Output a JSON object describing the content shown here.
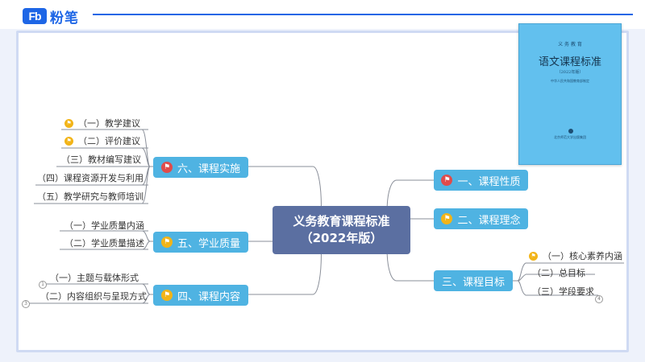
{
  "brand": {
    "logo_mark": "Fb",
    "logo_text": "粉笔"
  },
  "central": {
    "line1": "义务教育课程标准",
    "line2": "（2022年版）"
  },
  "right_branches": [
    {
      "label": "一、课程性质",
      "flag": "red"
    },
    {
      "label": "二、课程理念",
      "flag": "yellow"
    },
    {
      "label": "三、课程目标",
      "flag": "none",
      "children": [
        {
          "label": "（一）核心素养内涵",
          "flag": "yellow"
        },
        {
          "label": "（二）总目标",
          "flag": "none"
        },
        {
          "label": "（三）学段要求",
          "flag": "none",
          "badge": "4"
        }
      ]
    }
  ],
  "left_branches": [
    {
      "label": "六、课程实施",
      "flag": "red",
      "children": [
        {
          "label": "（一）教学建议",
          "flag": "yellow"
        },
        {
          "label": "（二）评价建议",
          "flag": "yellow"
        },
        {
          "label": "（三）教材编写建议",
          "flag": "none"
        },
        {
          "label": "（四）课程资源开发与利用",
          "flag": "none"
        },
        {
          "label": "（五）教学研究与教师培训",
          "flag": "none"
        }
      ]
    },
    {
      "label": "五、学业质量",
      "flag": "yellow",
      "children": [
        {
          "label": "（一）学业质量内涵",
          "flag": "none"
        },
        {
          "label": "（二）学业质量描述",
          "flag": "none"
        }
      ]
    },
    {
      "label": "四、课程内容",
      "flag": "yellow",
      "children": [
        {
          "label": "（一）主题与载体形式",
          "flag": "none",
          "badge": "1"
        },
        {
          "label": "（二）内容组织与呈现方式",
          "flag": "none",
          "badge": "3"
        }
      ]
    }
  ],
  "book": {
    "series": "义 务 教 育",
    "title": "语文课程标准",
    "edition": "（2022年版）",
    "author": "中华人民共和国教育部制定",
    "publisher": "北京师范大学出版集团"
  },
  "colors": {
    "node": "#4fb3e2",
    "central": "#5b6fa1",
    "line": "#8a8f99",
    "flag_red": "#e04b4b",
    "flag_yellow": "#f2b418",
    "brand": "#1e66e6"
  }
}
